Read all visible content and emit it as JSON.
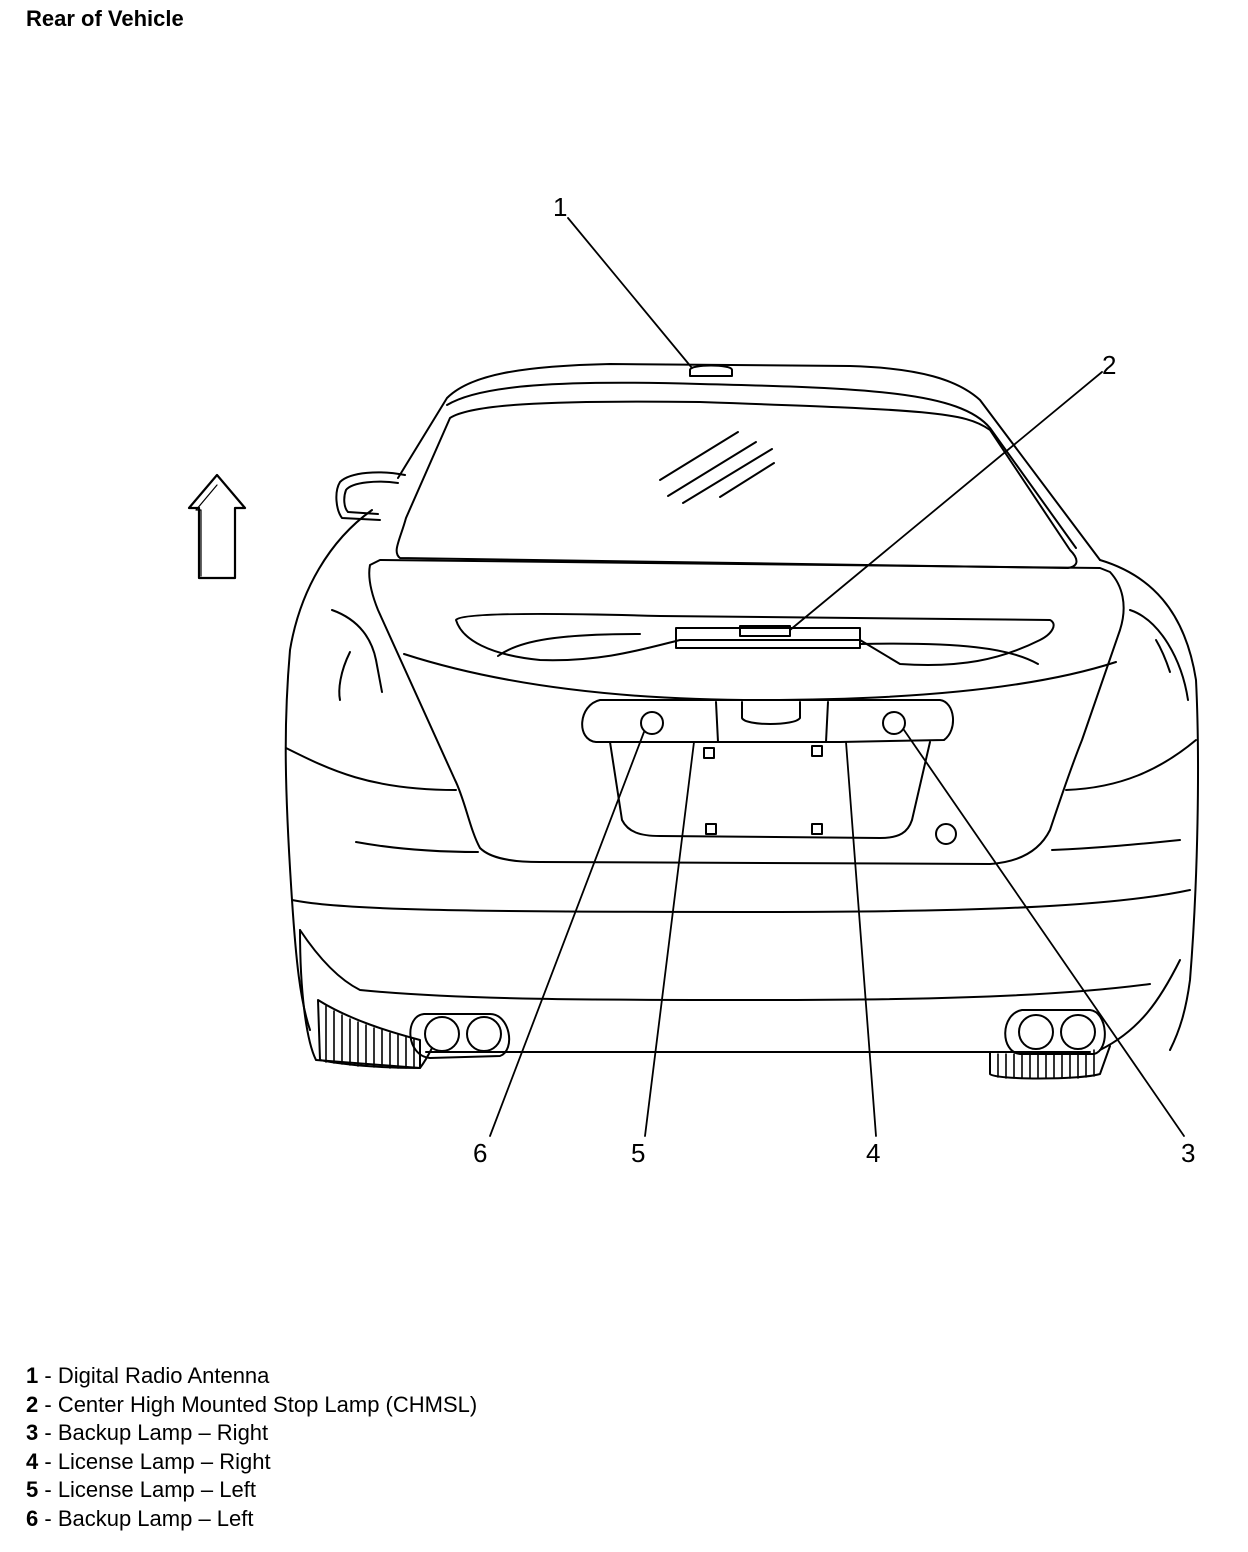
{
  "title": "Rear of Vehicle",
  "callouts": [
    {
      "number": "1"
    },
    {
      "number": "2"
    },
    {
      "number": "3"
    },
    {
      "number": "4"
    },
    {
      "number": "5"
    },
    {
      "number": "6"
    }
  ],
  "legend": [
    {
      "number": "1",
      "sep": " - ",
      "label": "Digital Radio Antenna"
    },
    {
      "number": "2",
      "sep": " - ",
      "label": "Center High Mounted Stop Lamp (CHMSL)"
    },
    {
      "number": "3",
      "sep": " - ",
      "label": "Backup Lamp – Right"
    },
    {
      "number": "4",
      "sep": " - ",
      "label": "License Lamp – Right"
    },
    {
      "number": "5",
      "sep": " - ",
      "label": "License Lamp – Left"
    },
    {
      "number": "6",
      "sep": " - ",
      "label": "Backup Lamp – Left"
    }
  ]
}
